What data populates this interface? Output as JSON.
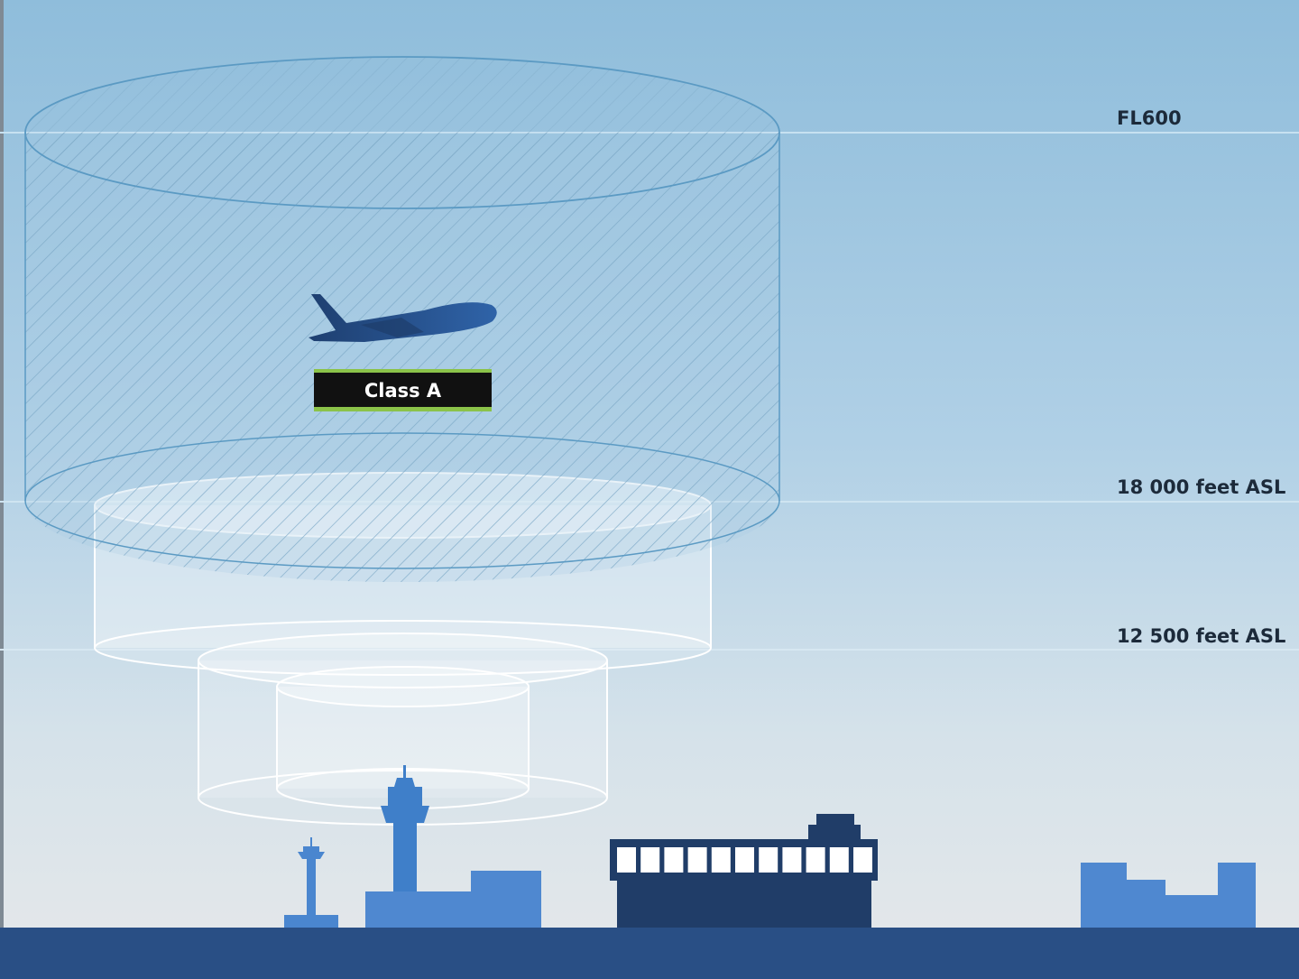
{
  "altitude_levels": [
    {
      "id": "fl600",
      "label": "FL600"
    },
    {
      "id": "ft18000",
      "label": "18 000 feet ASL"
    },
    {
      "id": "ft12500",
      "label": "12 500 feet ASL"
    }
  ],
  "airspace": {
    "class_label": "Class A"
  },
  "icons": {
    "aircraft": "airplane-icon",
    "tower_large": "control-tower-icon",
    "tower_small": "control-tower-icon",
    "terminal": "terminal-building-icon",
    "ship": "ship-icon",
    "building": "building-icon"
  },
  "colors": {
    "sky_top": "#93c0de",
    "sky_bottom": "#e4e8ec",
    "ground": "#294f85",
    "aircraft": "#244f86",
    "tower": "#3f7fc9",
    "ship": "#203d68",
    "building": "#4f88d0",
    "class_badge_bg": "#111111",
    "class_badge_accent": "#8bc34a"
  }
}
